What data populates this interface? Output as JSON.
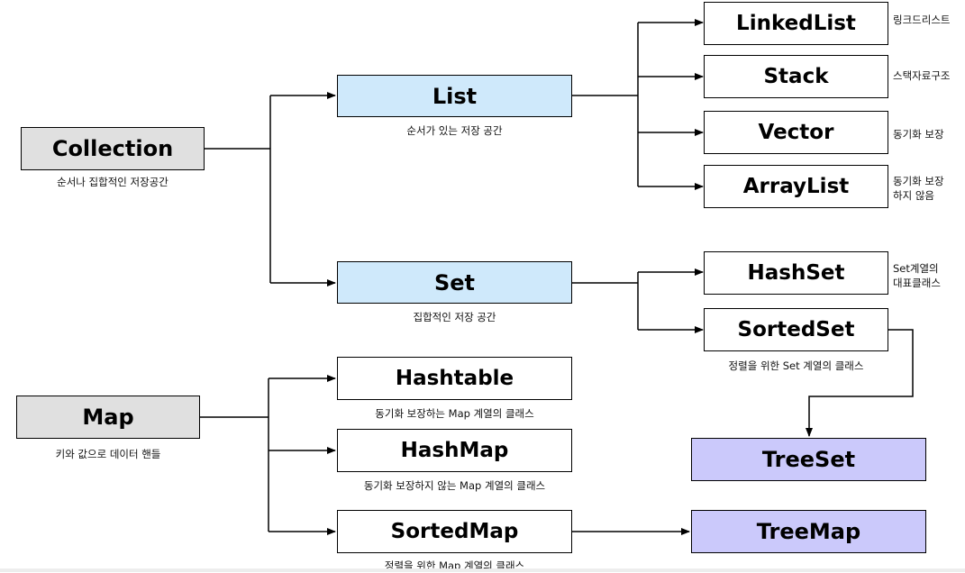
{
  "nodes": {
    "collection": {
      "label": "Collection",
      "caption": "순서나 집합적인 저장공간"
    },
    "list": {
      "label": "List",
      "caption": "순서가 있는 저장 공간"
    },
    "set": {
      "label": "Set",
      "caption": "집합적인 저장 공간"
    },
    "map": {
      "label": "Map",
      "caption": "키와 값으로 데이터 핸들"
    },
    "linkedlist": {
      "label": "LinkedList",
      "note": "링크드리스트"
    },
    "stack": {
      "label": "Stack",
      "note": "스택자료구조"
    },
    "vector": {
      "label": "Vector",
      "note": "동기화 보장"
    },
    "arraylist": {
      "label": "ArrayList",
      "note": "동기화 보장\n하지 않음"
    },
    "hashset": {
      "label": "HashSet",
      "note": "Set계열의\n대표클래스"
    },
    "sortedset": {
      "label": "SortedSet",
      "caption": "정렬을 위한 Set 계열의 클래스"
    },
    "treeset": {
      "label": "TreeSet"
    },
    "hashtable": {
      "label": "Hashtable",
      "caption": "동기화 보장하는 Map 계열의 클래스"
    },
    "hashmap": {
      "label": "HashMap",
      "caption": "동기화 보장하지 않는 Map 계열의 클래스"
    },
    "sortedmap": {
      "label": "SortedMap",
      "caption": "정렬을 위한 Map 계열의 클래스"
    },
    "treemap": {
      "label": "TreeMap"
    }
  },
  "colors": {
    "root": "#e0e0e0",
    "interface": "#cfe9fb",
    "tree": "#cbc9fb",
    "class": "#ffffff",
    "line": "#000000"
  }
}
